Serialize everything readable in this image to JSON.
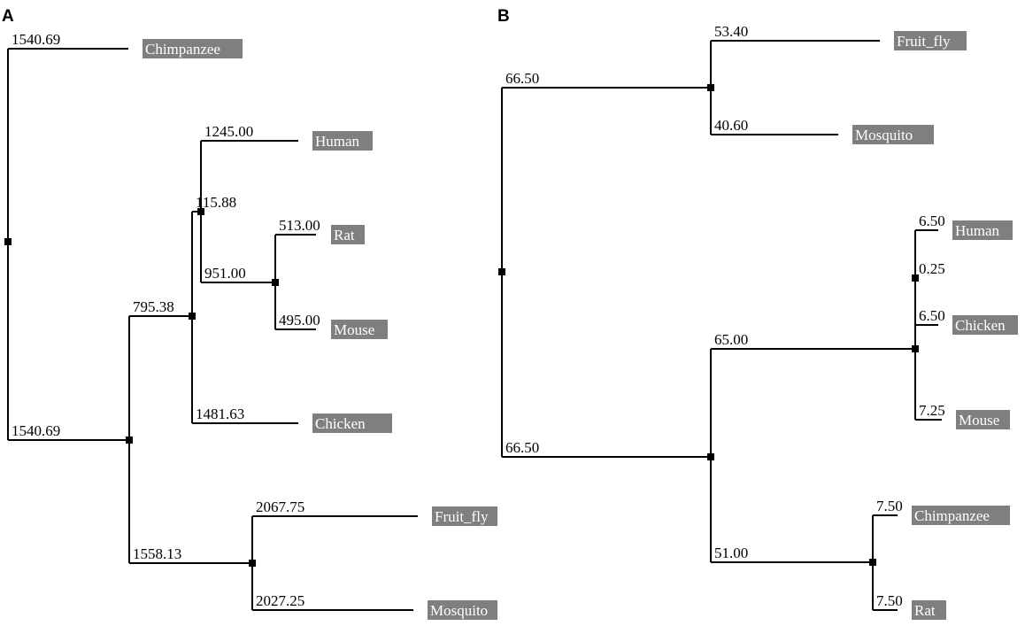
{
  "panels": [
    {
      "id": "A",
      "label": "A",
      "tree": {
        "children": [
          {
            "length": "1540.69",
            "leaf": "Chimpanzee"
          },
          {
            "length": "1540.69",
            "children": [
              {
                "length": "795.38",
                "children": [
                  {
                    "length": "115.88",
                    "children": [
                      {
                        "length": "1245.00",
                        "leaf": "Human"
                      },
                      {
                        "length": "951.00",
                        "children": [
                          {
                            "length": "513.00",
                            "leaf": "Rat"
                          },
                          {
                            "length": "495.00",
                            "leaf": "Mouse"
                          }
                        ]
                      }
                    ]
                  },
                  {
                    "length": "1481.63",
                    "leaf": "Chicken"
                  }
                ]
              },
              {
                "length": "1558.13",
                "children": [
                  {
                    "length": "2067.75",
                    "leaf": "Fruit_fly"
                  },
                  {
                    "length": "2027.25",
                    "leaf": "Mosquito"
                  }
                ]
              }
            ]
          }
        ]
      }
    },
    {
      "id": "B",
      "label": "B",
      "tree": {
        "children": [
          {
            "length": "66.50",
            "children": [
              {
                "length": "53.40",
                "leaf": "Fruit_fly"
              },
              {
                "length": "40.60",
                "leaf": "Mosquito"
              }
            ]
          },
          {
            "length": "66.50",
            "children": [
              {
                "length": "65.00",
                "children": [
                  {
                    "length": "0.25",
                    "children": [
                      {
                        "length": "6.50",
                        "leaf": "Human"
                      },
                      {
                        "length": "6.50",
                        "leaf": "Chicken"
                      }
                    ]
                  },
                  {
                    "length": "7.25",
                    "leaf": "Mouse"
                  }
                ]
              },
              {
                "length": "51.00",
                "children": [
                  {
                    "length": "7.50",
                    "leaf": "Chimpanzee"
                  },
                  {
                    "length": "7.50",
                    "leaf": "Rat"
                  }
                ]
              }
            ]
          }
        ]
      }
    }
  ]
}
